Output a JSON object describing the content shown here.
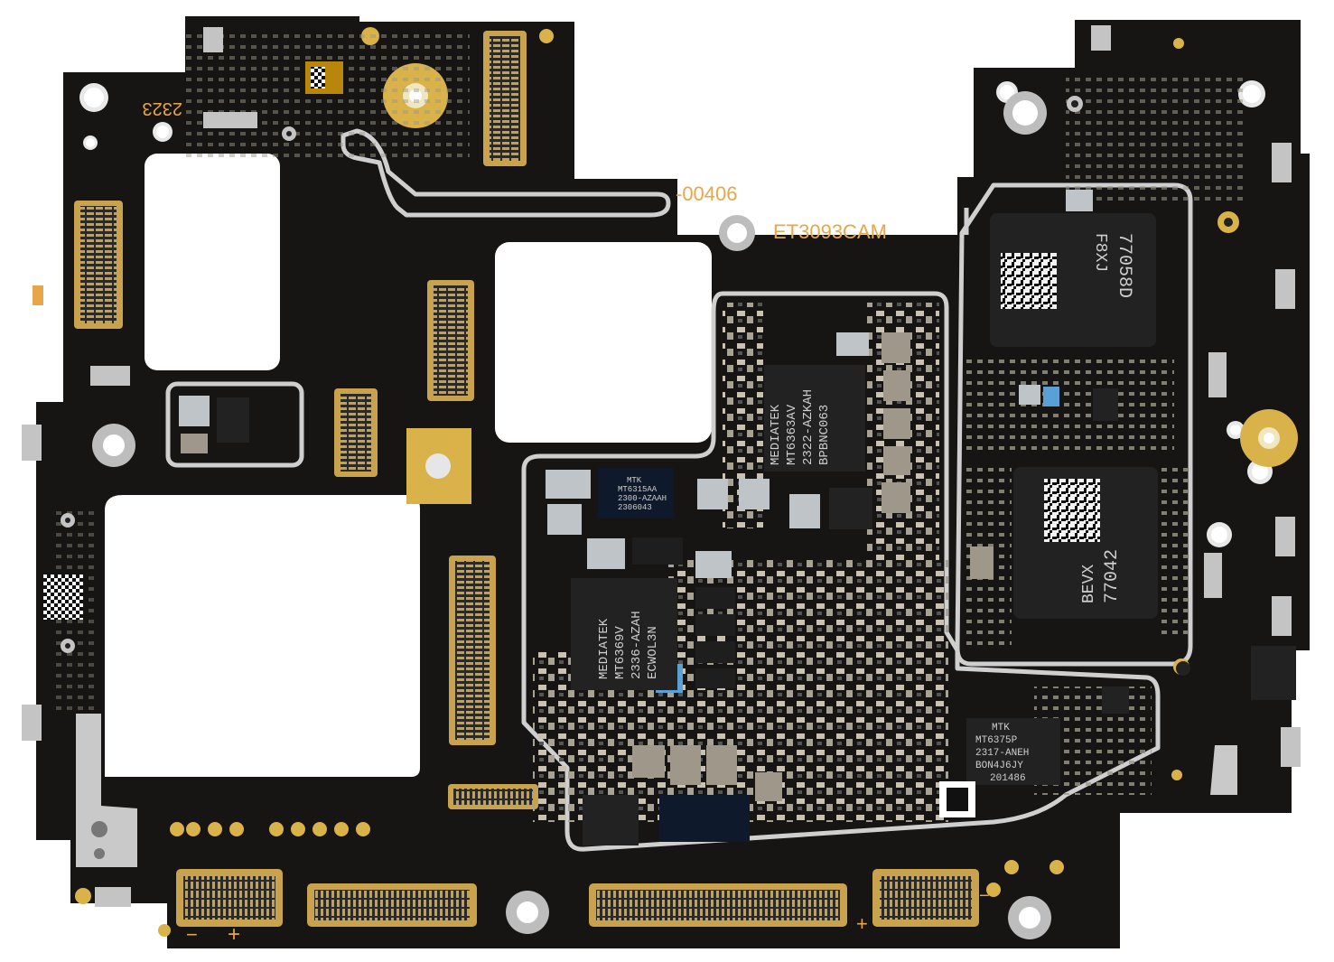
{
  "board": {
    "silkscreen": {
      "code_2323": "2323",
      "code_00406": "-00406",
      "model": "ET3093CAM",
      "minus_left": "−",
      "plus_left": "+",
      "plus_right": "+",
      "minus_right": "−"
    },
    "chips": {
      "pmic_main": {
        "l1": "MEDIATEK",
        "l2": "MT6363AV",
        "l3": "2322-AZKAH",
        "l4": "BPBNC063"
      },
      "pmic_second": {
        "l1": "MEDIATEK",
        "l2": "MT6369V",
        "l3": "2336-AZAH",
        "l4": "ECWOL3N"
      },
      "mtk_small": {
        "l1": "MTK",
        "l2": "MT6315AA",
        "l3": "2300-AZAAH",
        "l4": "2306043"
      },
      "mtk_rf": {
        "l1": "MTK",
        "l2": "MT6375P",
        "l3": "2317-ANEH",
        "l4": "BON4J6JY",
        "l5": "201486"
      },
      "memory_top": {
        "l1": "77058D",
        "l2": "F8XJ"
      },
      "memory_bottom": {
        "l1": "77042",
        "l2": "BEVX"
      }
    },
    "colors": {
      "substrate": "#161514",
      "gold": "#d9b24a",
      "shield_trace": "#cfcfcf",
      "silkscreen": "#e8a64a"
    }
  }
}
